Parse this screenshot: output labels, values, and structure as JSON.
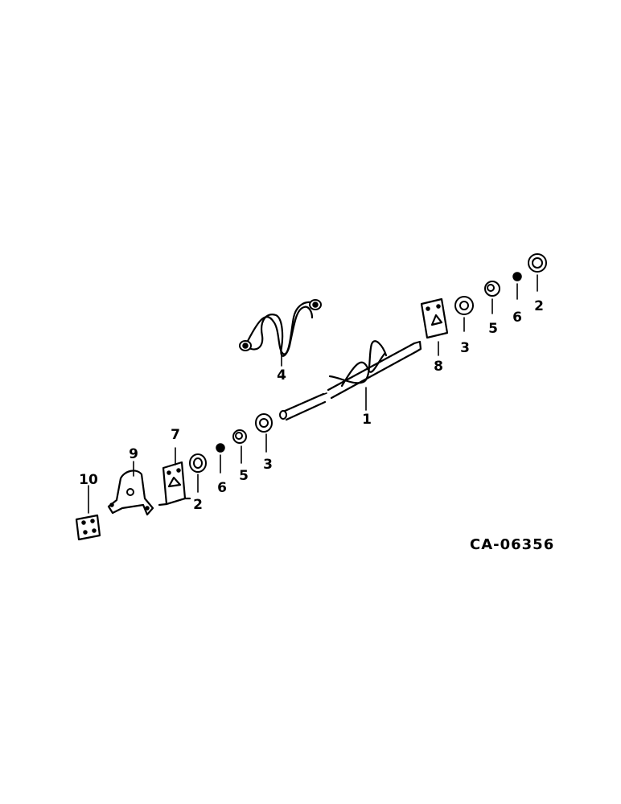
{
  "diagram": {
    "code": "CA-06356",
    "callouts": {
      "auger": "1",
      "washer_left": "2",
      "washer_right": "2",
      "bearing_left": "3",
      "bearing_right": "3",
      "flight": "4",
      "collar_left": "5",
      "collar_right": "5",
      "fitting_left": "6",
      "fitting_right": "6",
      "plate_left": "7",
      "plate_right": "8",
      "bracket": "9",
      "shim": "10"
    }
  }
}
